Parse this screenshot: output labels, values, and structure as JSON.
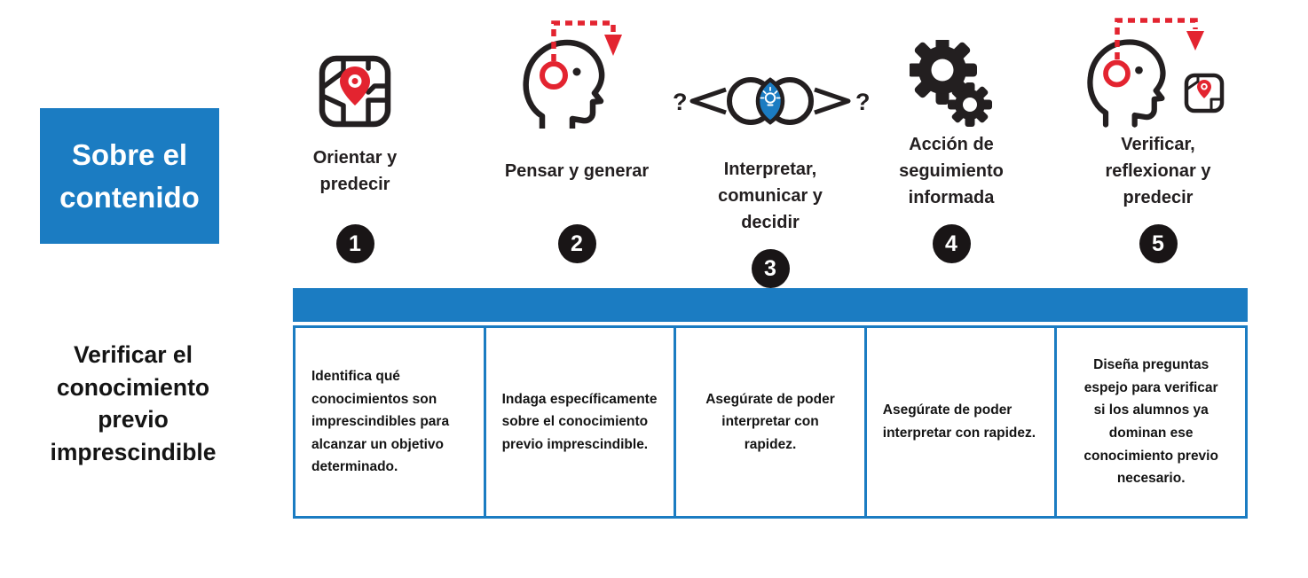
{
  "colors": {
    "blue": "#1b7cc2",
    "red": "#e32430",
    "black": "#231f20"
  },
  "sidebar": {
    "title": "Sobre el contenido",
    "row_label": "Verificar el conocimiento previo imprescindible"
  },
  "icons": {
    "question_mark": "?"
  },
  "steps": [
    {
      "number": "1",
      "label": "Orientar y predecir",
      "icon": "map-pin-icon"
    },
    {
      "number": "2",
      "label": "Pensar y generar",
      "icon": "head-idea-icon"
    },
    {
      "number": "3",
      "label": "Interpretar, comunicar y decidir",
      "icon": "eye-insight-icon"
    },
    {
      "number": "4",
      "label": "Acción de seguimiento informada",
      "icon": "gears-icon"
    },
    {
      "number": "5",
      "label": "Verificar, reflexionar y predecir",
      "icon": "head-map-icon"
    }
  ],
  "table": {
    "cells": [
      {
        "text": " Identifica qué conocimientos son imprescindibles para alcanzar un objetivo determinado.",
        "align": "left"
      },
      {
        "text": "Indaga específicamente sobre el conocimiento previo imprescindible.",
        "align": "left"
      },
      {
        "text": "Asegúrate de poder interpretar con rapidez.",
        "align": "center"
      },
      {
        "text": "Asegúrate de poder interpretar con rapidez.",
        "align": "left"
      },
      {
        "text": "Diseña preguntas espejo para verificar si los alumnos ya dominan ese conocimiento previo necesario.",
        "align": "center"
      }
    ]
  }
}
